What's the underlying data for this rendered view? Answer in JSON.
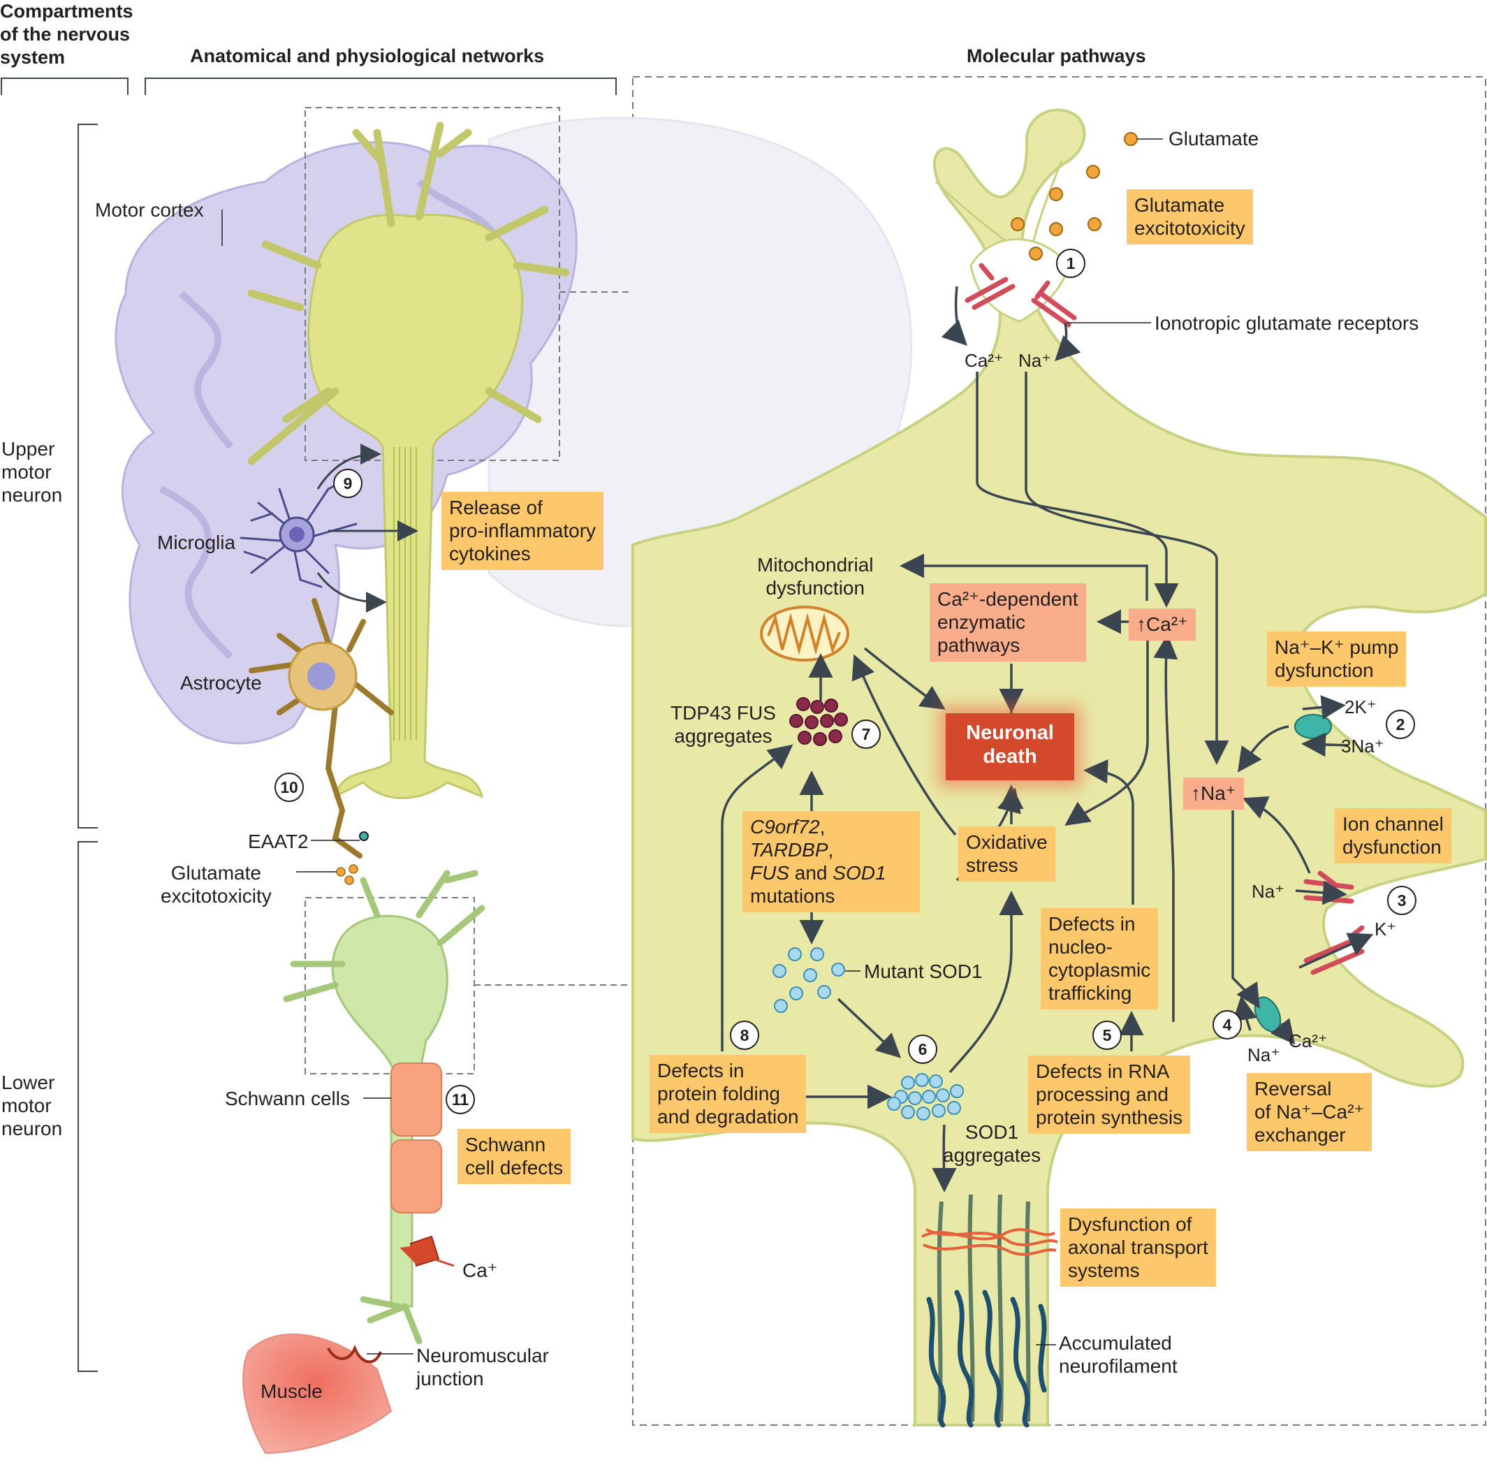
{
  "headers": {
    "compartments": "Compartments\nof the nervous\nsystem",
    "anatomical": "Anatomical and physiological networks",
    "molecular": "Molecular pathways"
  },
  "compartment_labels": {
    "upper": "Upper\nmotor\nneuron",
    "lower": "Lower\nmotor\nneuron"
  },
  "anatomy_labels": {
    "motor_cortex": "Motor cortex",
    "microglia": "Microglia",
    "astrocyte": "Astrocyte",
    "eaat2": "EAAT2",
    "glutamate_excitotoxicity": "Glutamate\nexcitotoxicity",
    "schwann_cells": "Schwann cells",
    "calcium_ion": "Ca⁺",
    "neuromuscular_junction": "Neuromuscular\njunction",
    "muscle": "Muscle"
  },
  "anatomy_boxes": {
    "cytokines": "Release of\npro-inflammatory\ncytokines",
    "schwann_defects": "Schwann\ncell defects"
  },
  "molecular_labels": {
    "glutamate": "Glutamate",
    "ionotropic_receptors": "Ionotropic glutamate receptors",
    "ca_in": "Ca²⁺",
    "na_in": "Na⁺",
    "mitochondrial_dysfunction": "Mitochondrial\ndysfunction",
    "tdp43_fus": "TDP43 FUS\naggregates",
    "mutant_sod1": "Mutant SOD1",
    "sod1_aggregates": "SOD1\naggregates",
    "two_k": "2K⁺",
    "three_na": "3Na⁺",
    "na_channel": "Na⁺",
    "k_channel": "K⁺",
    "na_exchanger": "Na⁺",
    "ca_exchanger": "Ca²⁺",
    "accumulated_neurofilament": "Accumulated\nneurofilament"
  },
  "molecular_boxes": {
    "glutamate_excitotoxicity": "Glutamate\nexcitotoxicity",
    "ca_dependent": "Ca²⁺-dependent\nenzymatic\npathways",
    "up_ca": "↑Ca²⁺",
    "up_na": "↑Na⁺",
    "pump_dysfunction": "Na⁺–K⁺ pump\ndysfunction",
    "ion_channel_dysfunction": "Ion channel\ndysfunction",
    "neuronal_death": "Neuronal\ndeath",
    "oxidative_stress": "Oxidative\nstress",
    "nucleo_trafficking": "Defects in\nnucleo-\ncytoplasmic\ntrafficking",
    "rna_processing": "Defects in RNA\nprocessing and\nprotein synthesis",
    "protein_folding": "Defects in\nprotein folding\nand degradation",
    "exchanger_reversal": "Reversal\nof Na⁺–Ca²⁺\nexchanger",
    "axonal_transport": "Dysfunction of\naxonal transport\nsystems"
  },
  "mutations_box": {
    "gene1": "C9orf72",
    "sep1": ", ",
    "gene2": "TARDBP",
    "sep2": ",",
    "gene3": "FUS",
    "sep3": " and ",
    "gene4": "SOD1",
    "tail": "mutations"
  },
  "step_numbers": [
    "1",
    "2",
    "3",
    "4",
    "5",
    "6",
    "7",
    "8",
    "9",
    "10",
    "11"
  ],
  "colors": {
    "neuron_yellow": "#e8e9a7",
    "neuron_outline": "#c6d182",
    "upper_neuron": "#dfe38a",
    "lower_neuron": "#cfe7a8",
    "brain_purple": "#d5d0ee",
    "orange_box": "#fdc86b",
    "salmon_box": "#f9ad8a",
    "death_red": "#d4482b",
    "glutamate_dot": "#f3a43a",
    "sod1_dot": "#a9d9ee",
    "aggregate": "#8c2a4a",
    "receptor": "#d24b5a",
    "pump": "#3fb5a7",
    "arrow": "#3a4550"
  }
}
